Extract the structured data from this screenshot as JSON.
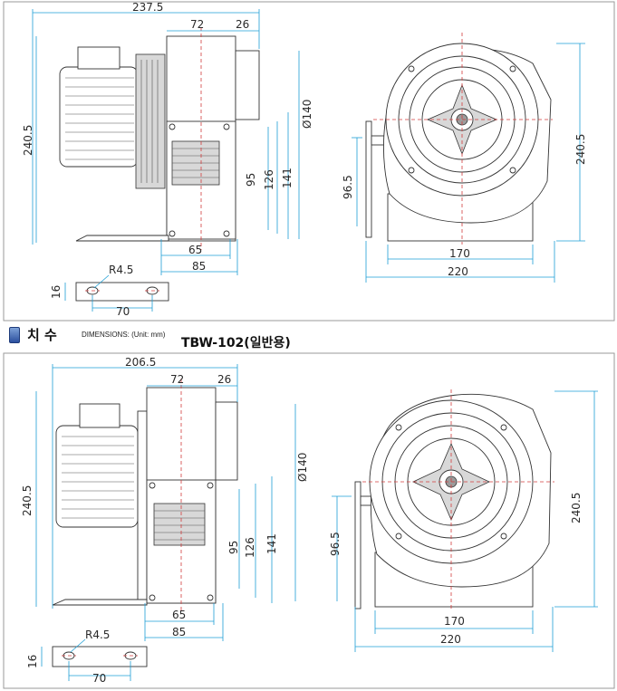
{
  "section": {
    "title": "치 수",
    "subtitle": "DIMENSIONS: (Unit: mm)",
    "model": "TBW-102(일반용)"
  },
  "drawing_top": {
    "overall_width": "237.5",
    "casing_width": "72",
    "outlet_width": "26",
    "height": "240.5",
    "diameter": "Ø140",
    "inner_95": "95",
    "inner_126": "126",
    "inner_141": "141",
    "base_65": "65",
    "base_85": "85",
    "front_height": "240.5",
    "outlet_center": "96.5",
    "foot_170": "170",
    "foot_220": "220",
    "slot_radius": "R4.5",
    "slot_16": "16",
    "slot_70": "70"
  },
  "drawing_bottom": {
    "overall_width": "206.5",
    "casing_width": "72",
    "outlet_width": "26",
    "height": "240.5",
    "diameter": "Ø140",
    "inner_95": "95",
    "inner_126": "126",
    "inner_141": "141",
    "base_65": "65",
    "base_85": "85",
    "front_height": "240.5",
    "outlet_center": "96.5",
    "foot_170": "170",
    "foot_220": "220",
    "slot_radius": "R4.5",
    "slot_16": "16",
    "slot_70": "70"
  },
  "colors": {
    "dimension": "#1e9fd6",
    "centerline": "#d23c3c",
    "outline": "#333333",
    "panel_border": "#9a9a9a"
  }
}
